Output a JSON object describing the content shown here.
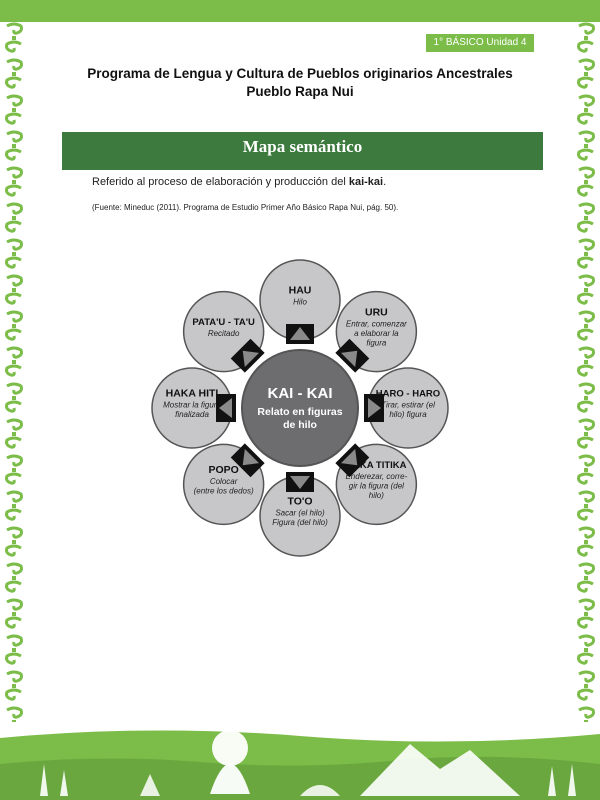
{
  "header": {
    "unit_badge": "1° BÁSICO Unidad 4",
    "title_line1": "Programa de Lengua y Cultura de Pueblos originarios Ancestrales",
    "title_line2": "Pueblo Rapa Nui"
  },
  "section": {
    "title": "Mapa semántico"
  },
  "description": {
    "prefix": "Referido al proceso de elaboración y producción del ",
    "bold": "kai-kai",
    "suffix": "."
  },
  "source": "(Fuente: Mineduc (2011). Programa de Estudio Primer Año Básico Rapa Nui, pág. 50).",
  "diagram": {
    "center": {
      "title": "KAI - KAI",
      "subtitle_line1": "Relato en figuras",
      "subtitle_line2": "de hilo"
    },
    "nodes": [
      {
        "id": "hau",
        "title": "HAU",
        "lines": [
          "Hilo"
        ]
      },
      {
        "id": "uru",
        "title": "URU",
        "lines": [
          "Entrar, comenzar",
          "a elaborar la",
          "figura"
        ]
      },
      {
        "id": "haro-haro",
        "title": "HARO - HARO",
        "lines": [
          "Tirar, estirar (el",
          "hilo) figura"
        ]
      },
      {
        "id": "haka-titika",
        "title": "HAKA TITIKA",
        "lines": [
          "Enderezar, corre-",
          "gir la figura (del",
          "hilo)"
        ]
      },
      {
        "id": "too",
        "title": "TO'O",
        "lines": [
          "Sacar (el hilo)",
          "Figura (del hilo)"
        ]
      },
      {
        "id": "popo",
        "title": "POPO",
        "lines": [
          "Colocar",
          "(entre los dedos)"
        ]
      },
      {
        "id": "haka-hiti",
        "title": "HAKA HITI",
        "lines": [
          "Mostrar la figura",
          "finalizada"
        ]
      },
      {
        "id": "patau-tau",
        "title": "PATA'U - TA'U",
        "lines": [
          "Recitado"
        ]
      }
    ]
  },
  "colors": {
    "green": "#7cbd49",
    "dark_green": "#3c7a3d",
    "circle_fill": "#c7c7c9",
    "circle_stroke": "#555555",
    "center_fill": "#6d6d6f"
  }
}
